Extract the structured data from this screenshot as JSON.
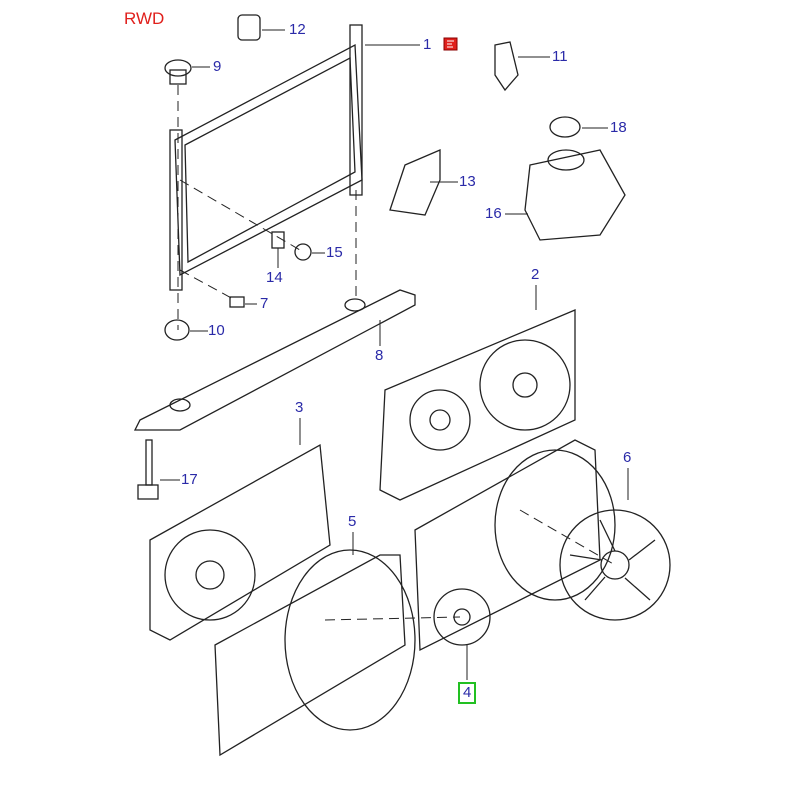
{
  "variant_label": "RWD",
  "highlight_color": "#22c022",
  "accent_color": "#e0201c",
  "callouts": [
    {
      "number": "1",
      "part": "radiator"
    },
    {
      "number": "2",
      "part": "fan-shroud-assembly"
    },
    {
      "number": "3",
      "part": "fan-shroud-single"
    },
    {
      "number": "4",
      "part": "small-fan",
      "highlighted": true
    },
    {
      "number": "5",
      "part": "shroud-panel"
    },
    {
      "number": "6",
      "part": "large-fan"
    },
    {
      "number": "7",
      "part": "bolt"
    },
    {
      "number": "8",
      "part": "support-bracket"
    },
    {
      "number": "9",
      "part": "upper-mount"
    },
    {
      "number": "10",
      "part": "lower-mount"
    },
    {
      "number": "11",
      "part": "clip"
    },
    {
      "number": "12",
      "part": "bushing"
    },
    {
      "number": "13",
      "part": "bracket"
    },
    {
      "number": "14",
      "part": "stud"
    },
    {
      "number": "15",
      "part": "nut"
    },
    {
      "number": "16",
      "part": "expansion-tank"
    },
    {
      "number": "17",
      "part": "bolt-long"
    },
    {
      "number": "18",
      "part": "tank-cap"
    }
  ]
}
